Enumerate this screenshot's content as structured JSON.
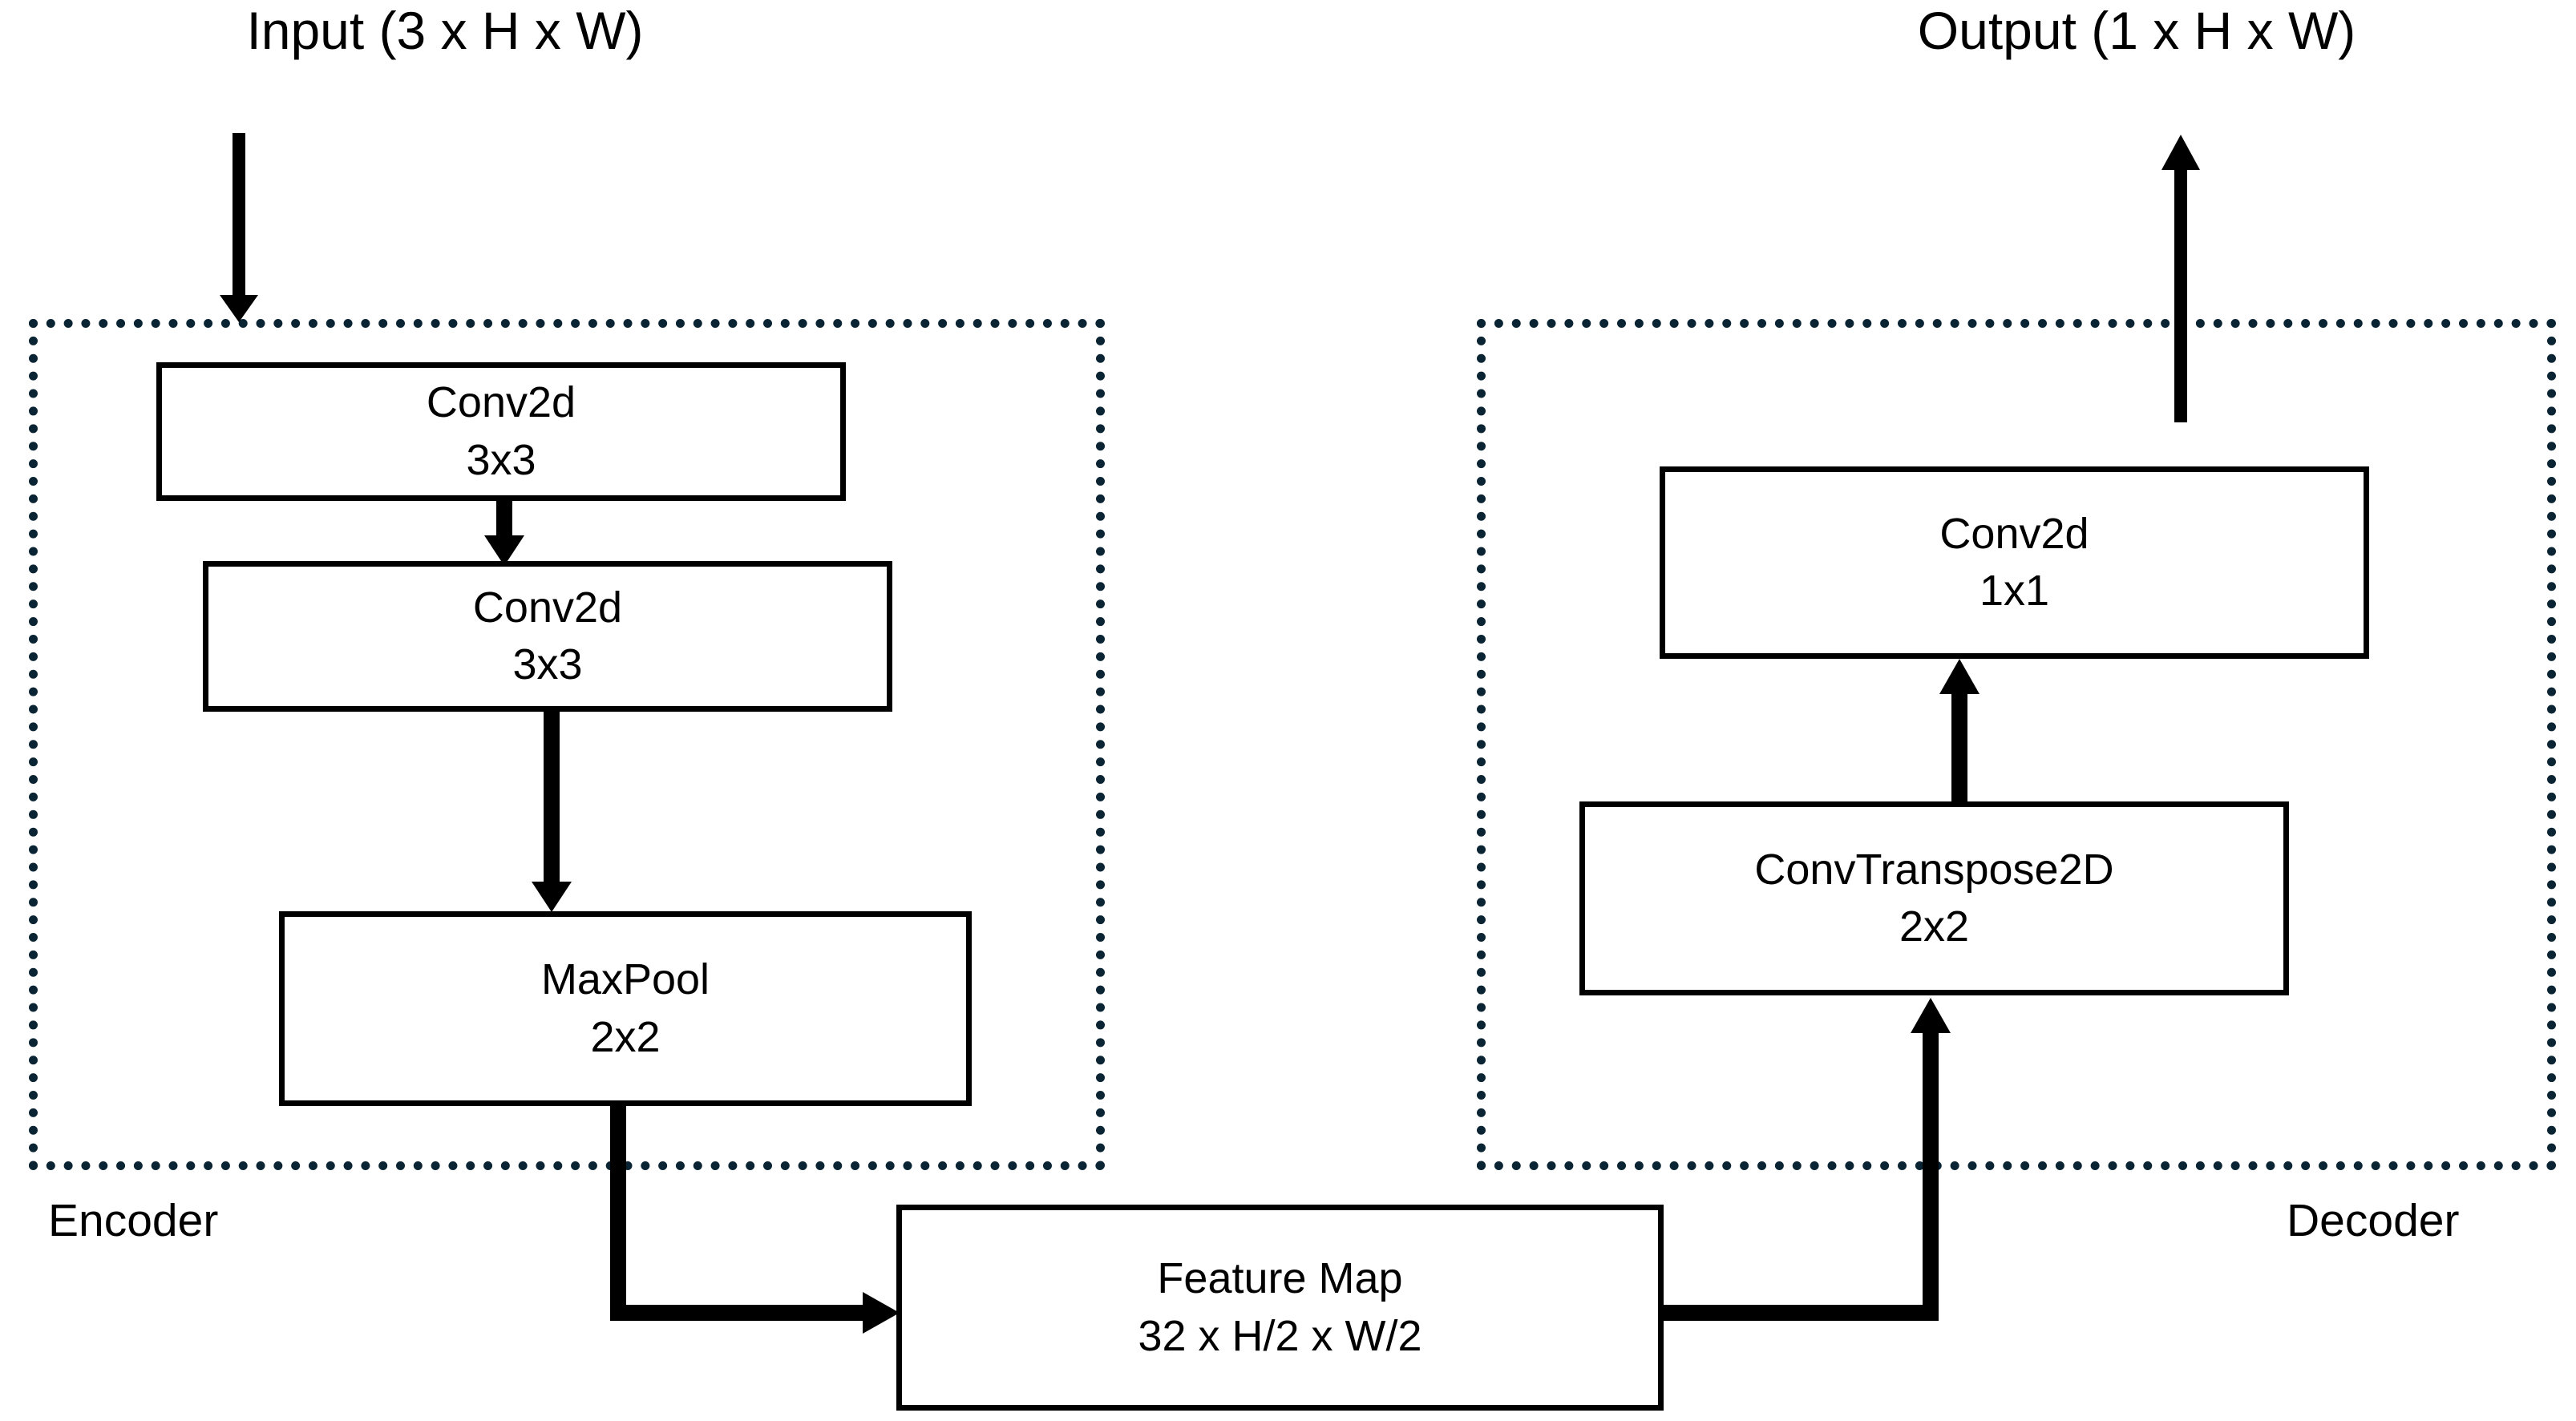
{
  "diagram": {
    "title_input": "Input (3 x H x W)",
    "title_output": "Output (1 x H x W)",
    "encoder_label": "Encoder",
    "decoder_label": "Decoder",
    "colors": {
      "group_border": "#0a2433",
      "node_border": "#000000",
      "arrow": "#000000",
      "background": "#ffffff"
    },
    "encoder_nodes": [
      {
        "line1": "Conv2d",
        "line2": "3x3"
      },
      {
        "line1": "Conv2d",
        "line2": "3x3"
      },
      {
        "line1": "MaxPool",
        "line2": "2x2"
      }
    ],
    "decoder_nodes": [
      {
        "line1": "Conv2d",
        "line2": "1x1"
      },
      {
        "line1": "ConvTranspose2D",
        "line2": "2x2"
      }
    ],
    "bottleneck_node": {
      "line1": "Feature Map",
      "line2": "32 x H/2 x W/2"
    },
    "arrows": [
      {
        "name": "input-arrow",
        "direction": "down"
      },
      {
        "name": "conv1-to-conv2-arrow",
        "direction": "down"
      },
      {
        "name": "conv2-to-maxpool-arrow",
        "direction": "down"
      },
      {
        "name": "maxpool-to-featuremap-arrow",
        "direction": "right"
      },
      {
        "name": "featuremap-to-convtranspose-arrow",
        "direction": "up"
      },
      {
        "name": "convtranspose-to-conv1x1-arrow",
        "direction": "up"
      },
      {
        "name": "output-arrow",
        "direction": "up"
      }
    ]
  }
}
